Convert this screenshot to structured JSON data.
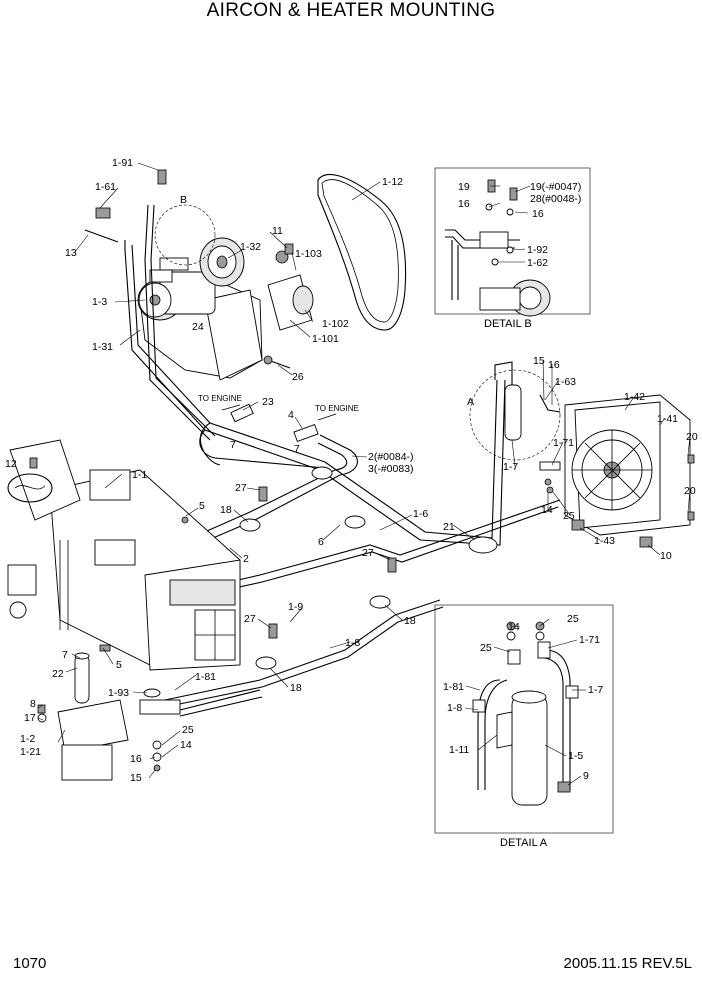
{
  "title": "AIRCON & HEATER MOUNTING",
  "page_number": "1070",
  "footer": "2005.11.15  REV.5L",
  "detail_labels": {
    "b": "DETAIL B",
    "a": "DETAIL A"
  },
  "notes": {
    "to_engine_1": "TO ENGINE",
    "to_engine_2": "TO ENGINE",
    "view_a": "A",
    "view_b": "B"
  },
  "callouts": {
    "c_1_91": "1-91",
    "c_1_61": "1-61",
    "c_13": "13",
    "c_1_3": "1-3",
    "c_1_31": "1-31",
    "c_24": "24",
    "c_1_32": "1-32",
    "c_11": "11",
    "c_1_103": "1-103",
    "c_1_102": "1-102",
    "c_1_101": "1-101",
    "c_26": "26",
    "c_1_12": "1-12",
    "c_23": "23",
    "c_7a": "7",
    "c_4": "4",
    "c_7b": "7",
    "c_2_0084": "2(#0084-)",
    "c_3_0083": "3(-#0083)",
    "c_12": "12",
    "c_1_1": "1-1",
    "c_27a": "27",
    "c_5a": "5",
    "c_18a": "18",
    "c_2": "2",
    "c_6": "6",
    "c_1_6": "1-6",
    "c_21": "21",
    "c_27b": "27",
    "c_18b": "18",
    "c_1_9": "1-9",
    "c_1_8": "1-8",
    "c_27c": "27",
    "c_18c": "18",
    "c_7c": "7",
    "c_22": "22",
    "c_5b": "5",
    "c_1_81": "1-81",
    "c_1_93": "1-93",
    "c_8": "8",
    "c_17": "17",
    "c_1_2": "1-2",
    "c_1_21": "1-21",
    "c_25a": "25",
    "c_14a": "14",
    "c_16a": "16",
    "c_15a": "15",
    "c_19": "19",
    "c_19_0047": "19(-#0047)",
    "c_28_0048": "28(#0048-)",
    "c_16b": "16",
    "c_16c": "16",
    "c_1_92": "1-92",
    "c_1_62": "1-62",
    "c_15b": "15",
    "c_16d": "16",
    "c_1_63": "1-63",
    "c_1_42": "1-42",
    "c_1_41": "1-41",
    "c_20a": "20",
    "c_20b": "20",
    "c_1_71a": "1-71",
    "c_1_7a": "1-7",
    "c_14b": "14",
    "c_25b": "25",
    "c_1_43": "1-43",
    "c_10": "10",
    "c_14c": "14",
    "c_25c": "25",
    "c_25d": "25",
    "c_1_71b": "1-71",
    "c_1_81b": "1-81",
    "c_1_7b": "1-7",
    "c_1_8b": "1-8",
    "c_1_11": "1-11",
    "c_1_5": "1-5",
    "c_9": "9"
  }
}
